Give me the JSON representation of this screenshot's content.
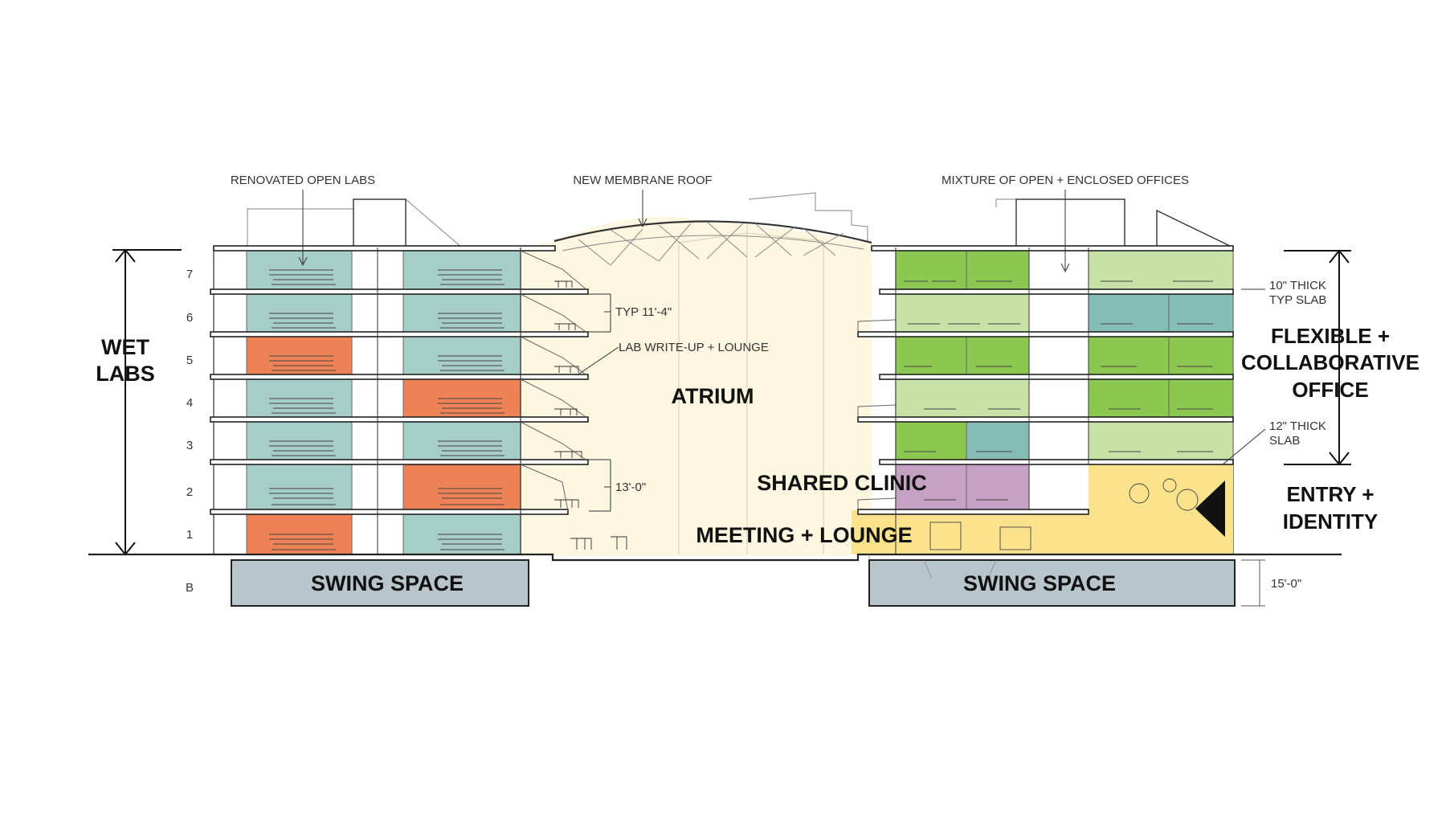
{
  "annotations": {
    "renovated_open_labs": "RENOVATED OPEN LABS",
    "new_membrane_roof": "NEW MEMBRANE ROOF",
    "mixture_offices": "MIXTURE OF OPEN + ENCLOSED OFFICES",
    "typ_floor_height": "TYP 11'-4\"",
    "lab_writeup_lounge": "LAB WRITE-UP + LOUNGE",
    "ground_floor_height": "13'-0\"",
    "typ_slab_line1": "10\" THICK",
    "typ_slab_line2": "TYP SLAB",
    "thick_slab_line1": "12\" THICK",
    "thick_slab_line2": "SLAB",
    "basement_height": "15'-0\""
  },
  "floors": [
    "7",
    "6",
    "5",
    "4",
    "3",
    "2",
    "1",
    "B"
  ],
  "zones": {
    "wet_labs_line1": "WET",
    "wet_labs_line2": "LABS",
    "atrium": "ATRIUM",
    "shared_clinic": "SHARED CLINIC",
    "meeting_lounge": "MEETING + LOUNGE",
    "flexible_line1": "FLEXIBLE +",
    "flexible_line2": "COLLABORATIVE",
    "flexible_line3": "OFFICE",
    "entry_line1": "ENTRY +",
    "entry_line2": "IDENTITY",
    "swing_space_left": "SWING SPACE",
    "swing_space_right": "SWING SPACE"
  },
  "colors": {
    "lab_teal": "#a7cdc9",
    "lab_orange": "#ee8257",
    "atrium_cream": "#fdf6e0",
    "office_green": "#8cc751",
    "office_light_green": "#c7e1a6",
    "office_teal": "#85bcb5",
    "clinic_purple": "#c5a2c4",
    "lounge_yellow": "#fbe28c",
    "swing_gray": "#b8c6cc"
  }
}
